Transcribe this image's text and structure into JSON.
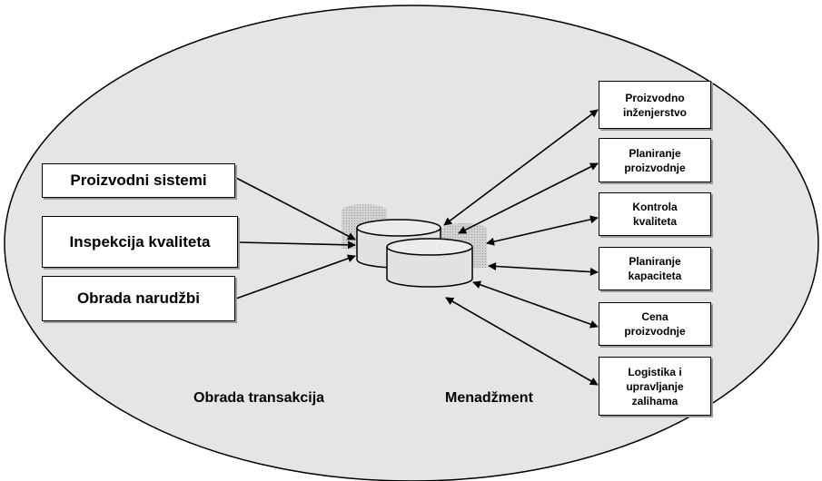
{
  "diagram": {
    "left_systems": [
      {
        "label": "Proizvodni sistemi"
      },
      {
        "label": "Inspekcija kvaliteta"
      },
      {
        "label": "Obrada narudžbi"
      }
    ],
    "right_functions": [
      {
        "label": "Proizvodno\ninženjerstvo"
      },
      {
        "label": "Planiranje\nproizvodnje"
      },
      {
        "label": "Kontrola\nkvaliteta"
      },
      {
        "label": "Planiranje\nkapaciteta"
      },
      {
        "label": "Cena\nproizvodnje"
      },
      {
        "label": "Logistika i\nupravljanje\nzalihama"
      }
    ],
    "captions": {
      "transactions": "Obrada transakcija",
      "management": "Menadžment"
    },
    "colors": {
      "ellipse_fill": "#e5e5e5",
      "stroke": "#000000",
      "cylinder_fill": "#e2e2e2",
      "cylinder_shadow": "#bdbdbd"
    }
  }
}
